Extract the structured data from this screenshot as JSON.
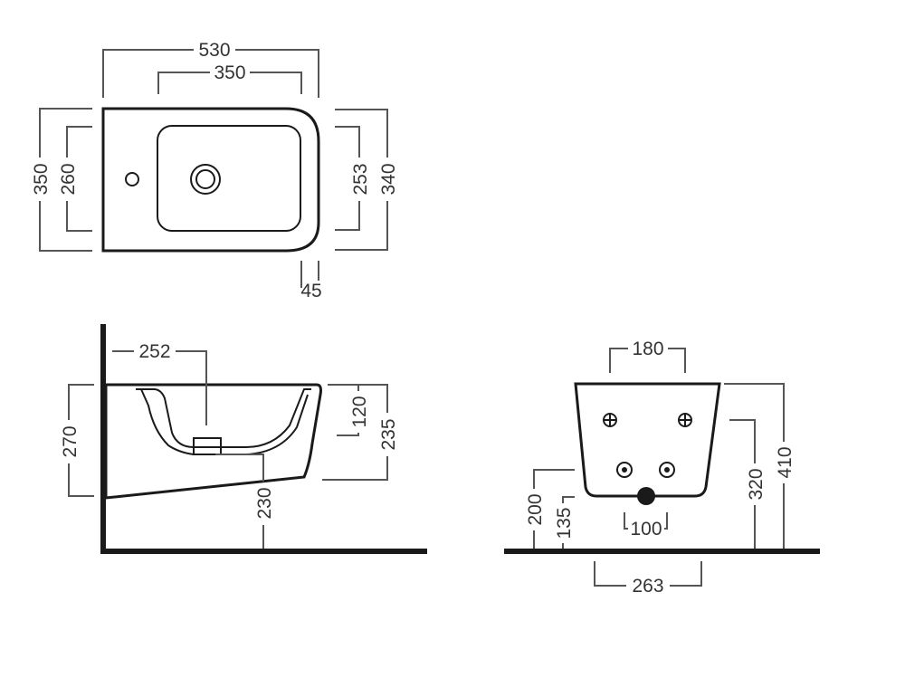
{
  "drawing": {
    "colors": {
      "line": "#1a1a1a",
      "dimension": "#555555",
      "background": "#ffffff"
    },
    "top_view": {
      "overall_length": "530",
      "bowl_length": "350",
      "overall_depth": "350",
      "bowl_depth": "260",
      "rear_depth_inner": "253",
      "rear_depth_outer": "340",
      "corner_offset": "45"
    },
    "side_view": {
      "drain_distance": "252",
      "height_front": "270",
      "bowl_depth": "120",
      "height_rear": "235",
      "floor_clearance": "230"
    },
    "rear_view": {
      "top_hole_spacing": "180",
      "bottom_hole_spacing": "100",
      "base_width": "263",
      "height_a": "200",
      "height_b": "135",
      "height_c": "320",
      "height_d": "410"
    }
  }
}
